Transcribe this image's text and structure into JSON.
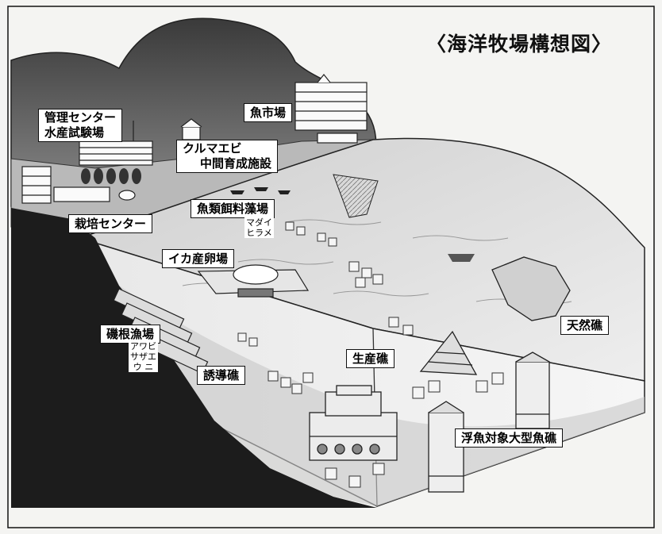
{
  "title": "〈海洋牧場構想図〉",
  "labels": {
    "management_center": "管理センター",
    "fisheries_lab": "水産試験場",
    "fish_market": "魚市場",
    "prawn_facility_1": "クルマエビ",
    "prawn_facility_2": "中間育成施設",
    "cultivation_center": "栽培センター",
    "feed_seaweed_bed": "魚類餌料藻場",
    "feed_species_1": "マダイ",
    "feed_species_2": "ヒラメ",
    "squid_spawning": "イカ産卵場",
    "rocky_fishing_ground": "磯根漁場",
    "rocky_species_1": "アワビ",
    "rocky_species_2": "サザエ",
    "rocky_species_3": "ウ ニ",
    "guide_reef": "誘導礁",
    "production_reef": "生産礁",
    "natural_reef": "天然礁",
    "large_floating_fish_reef": "浮魚対象大型魚礁"
  },
  "colors": {
    "sky": "#f4f4f2",
    "mountain": "#555555",
    "cliff": "#1e1e1e",
    "water": "#dedede",
    "outline": "#111111"
  }
}
